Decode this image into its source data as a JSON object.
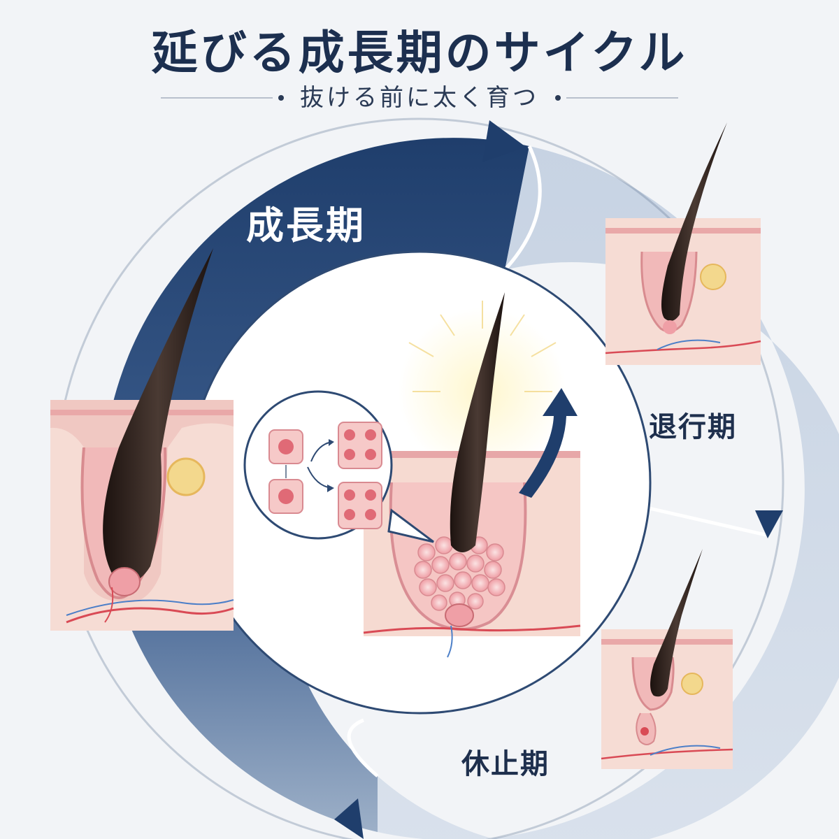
{
  "header": {
    "title": "延びる成長期のサイクル",
    "subtitle": "抜ける前に太く育つ"
  },
  "phases": {
    "growth": "成長期",
    "catagen": "退行期",
    "telogen": "休止期"
  },
  "colors": {
    "background": "#f2f4f7",
    "navy": "#1f3e6c",
    "light_band": "#cfd9e6",
    "hair": "#2a1d18",
    "skin": "#f6d6cf",
    "follicle_pink": "#e9a0a3",
    "gland_yellow": "#f2d78a"
  },
  "icons": [
    "hair-follicle-icon",
    "cell-division-icon",
    "up-arrow-icon",
    "cycle-arrow-icon",
    "glow-rays-icon"
  ]
}
